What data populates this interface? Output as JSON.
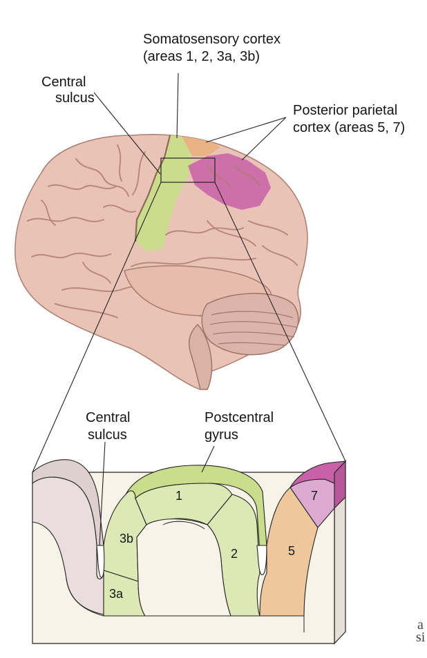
{
  "labels": {
    "somatosensory_line1": "Somatosensory cortex",
    "somatosensory_line2": "(areas 1, 2, 3a, 3b)",
    "central_sulcus_top_line1": "Central",
    "central_sulcus_top_line2": "sulcus",
    "posterior_parietal_line1": "Posterior parietal",
    "posterior_parietal_line2": "cortex (areas 5, 7)",
    "central_sulcus_bottom_line1": "Central",
    "central_sulcus_bottom_line2": "sulcus",
    "postcentral_line1": "Postcentral",
    "postcentral_line2": "gyrus"
  },
  "areas": {
    "area_1": "1",
    "area_2": "2",
    "area_3a": "3a",
    "area_3b": "3b",
    "area_5": "5",
    "area_7": "7"
  },
  "edge_fragments": {
    "frag_top": "a",
    "frag_bottom": "si"
  },
  "colors": {
    "brain": "#e9c3b5",
    "brain_outline": "#b78a7c",
    "somatosensory_green": "#c9dd8a",
    "somatosensory_green_light": "#dde9b4",
    "orange": "#e9b283",
    "magenta": "#c862a8",
    "magenta_light": "#dca9d3",
    "pink_gray": "#e9dedd",
    "block_cream": "#f7f3e8",
    "block_side": "#e4e0d8"
  }
}
